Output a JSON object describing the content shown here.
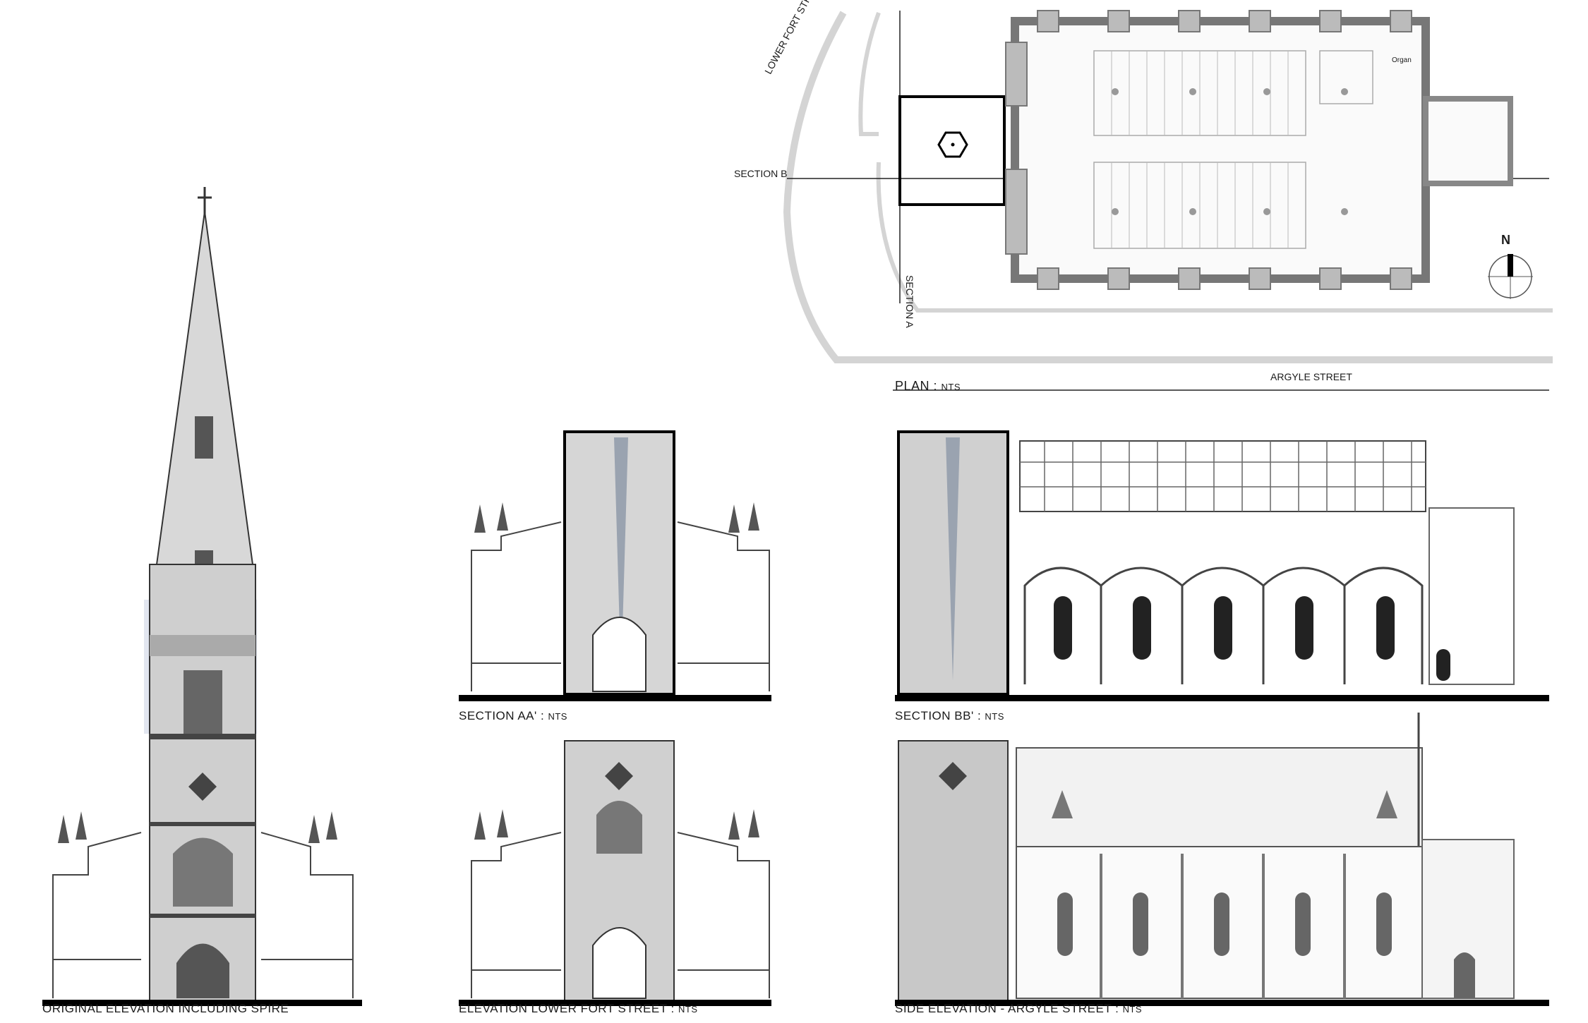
{
  "plan": {
    "title": "PLAN",
    "scale": "NTS",
    "street_lower_fort": "LOWER FORT STREET",
    "street_argyle": "ARGYLE STREET",
    "section_a": "SECTION A",
    "section_b": "SECTION B",
    "organ_label": "Organ",
    "north": "N"
  },
  "drawings": {
    "original_elevation": "ORIGINAL ELEVATION INCLUDING SPIRE",
    "section_aa_title": "SECTION AA'",
    "section_aa_scale": "NTS",
    "elev_lower_fort_title": "ELEVATION  LOWER FORT STREET",
    "elev_lower_fort_scale": "NTS",
    "section_bb_title": "SECTION BB'",
    "section_bb_scale": "NTS",
    "side_elev_title": "SIDE ELEVATION - ARGYLE STREET",
    "side_elev_scale": "NTS"
  },
  "colors": {
    "ink": "#1a1a1a",
    "stone": "#c8c8c8",
    "highlight_blue": "#dde3f0",
    "street_curve": "#d0d0d0"
  }
}
